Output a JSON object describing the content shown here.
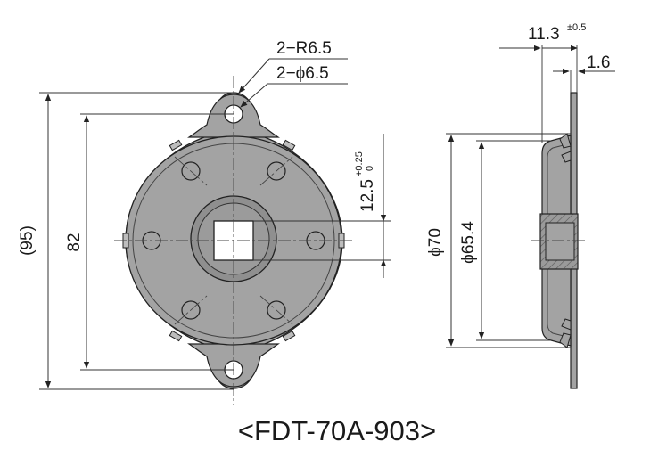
{
  "model_label": "<FDT-70A-903>",
  "front_view": {
    "callout_radius": "2−R6.5",
    "callout_hole": "2−ϕ6.5",
    "dim_overall_height": "(95)",
    "dim_hole_pitch": "82",
    "dim_square": "12.5",
    "dim_square_tol_upper": "+0.25",
    "dim_square_tol_lower": "0"
  },
  "side_view": {
    "dim_overall_thickness": "11.3",
    "dim_overall_thickness_tol": "±0.5",
    "dim_flange_thickness": "1.6",
    "dim_outer_diameter": "ϕ70",
    "dim_inner_diameter": "ϕ65.4"
  },
  "colors": {
    "body_fill": "#a3a3a3",
    "inner_fill": "#8f8f8f",
    "hatch": "#7a7a7a",
    "line": "#222222",
    "dim_line": "#333333"
  }
}
